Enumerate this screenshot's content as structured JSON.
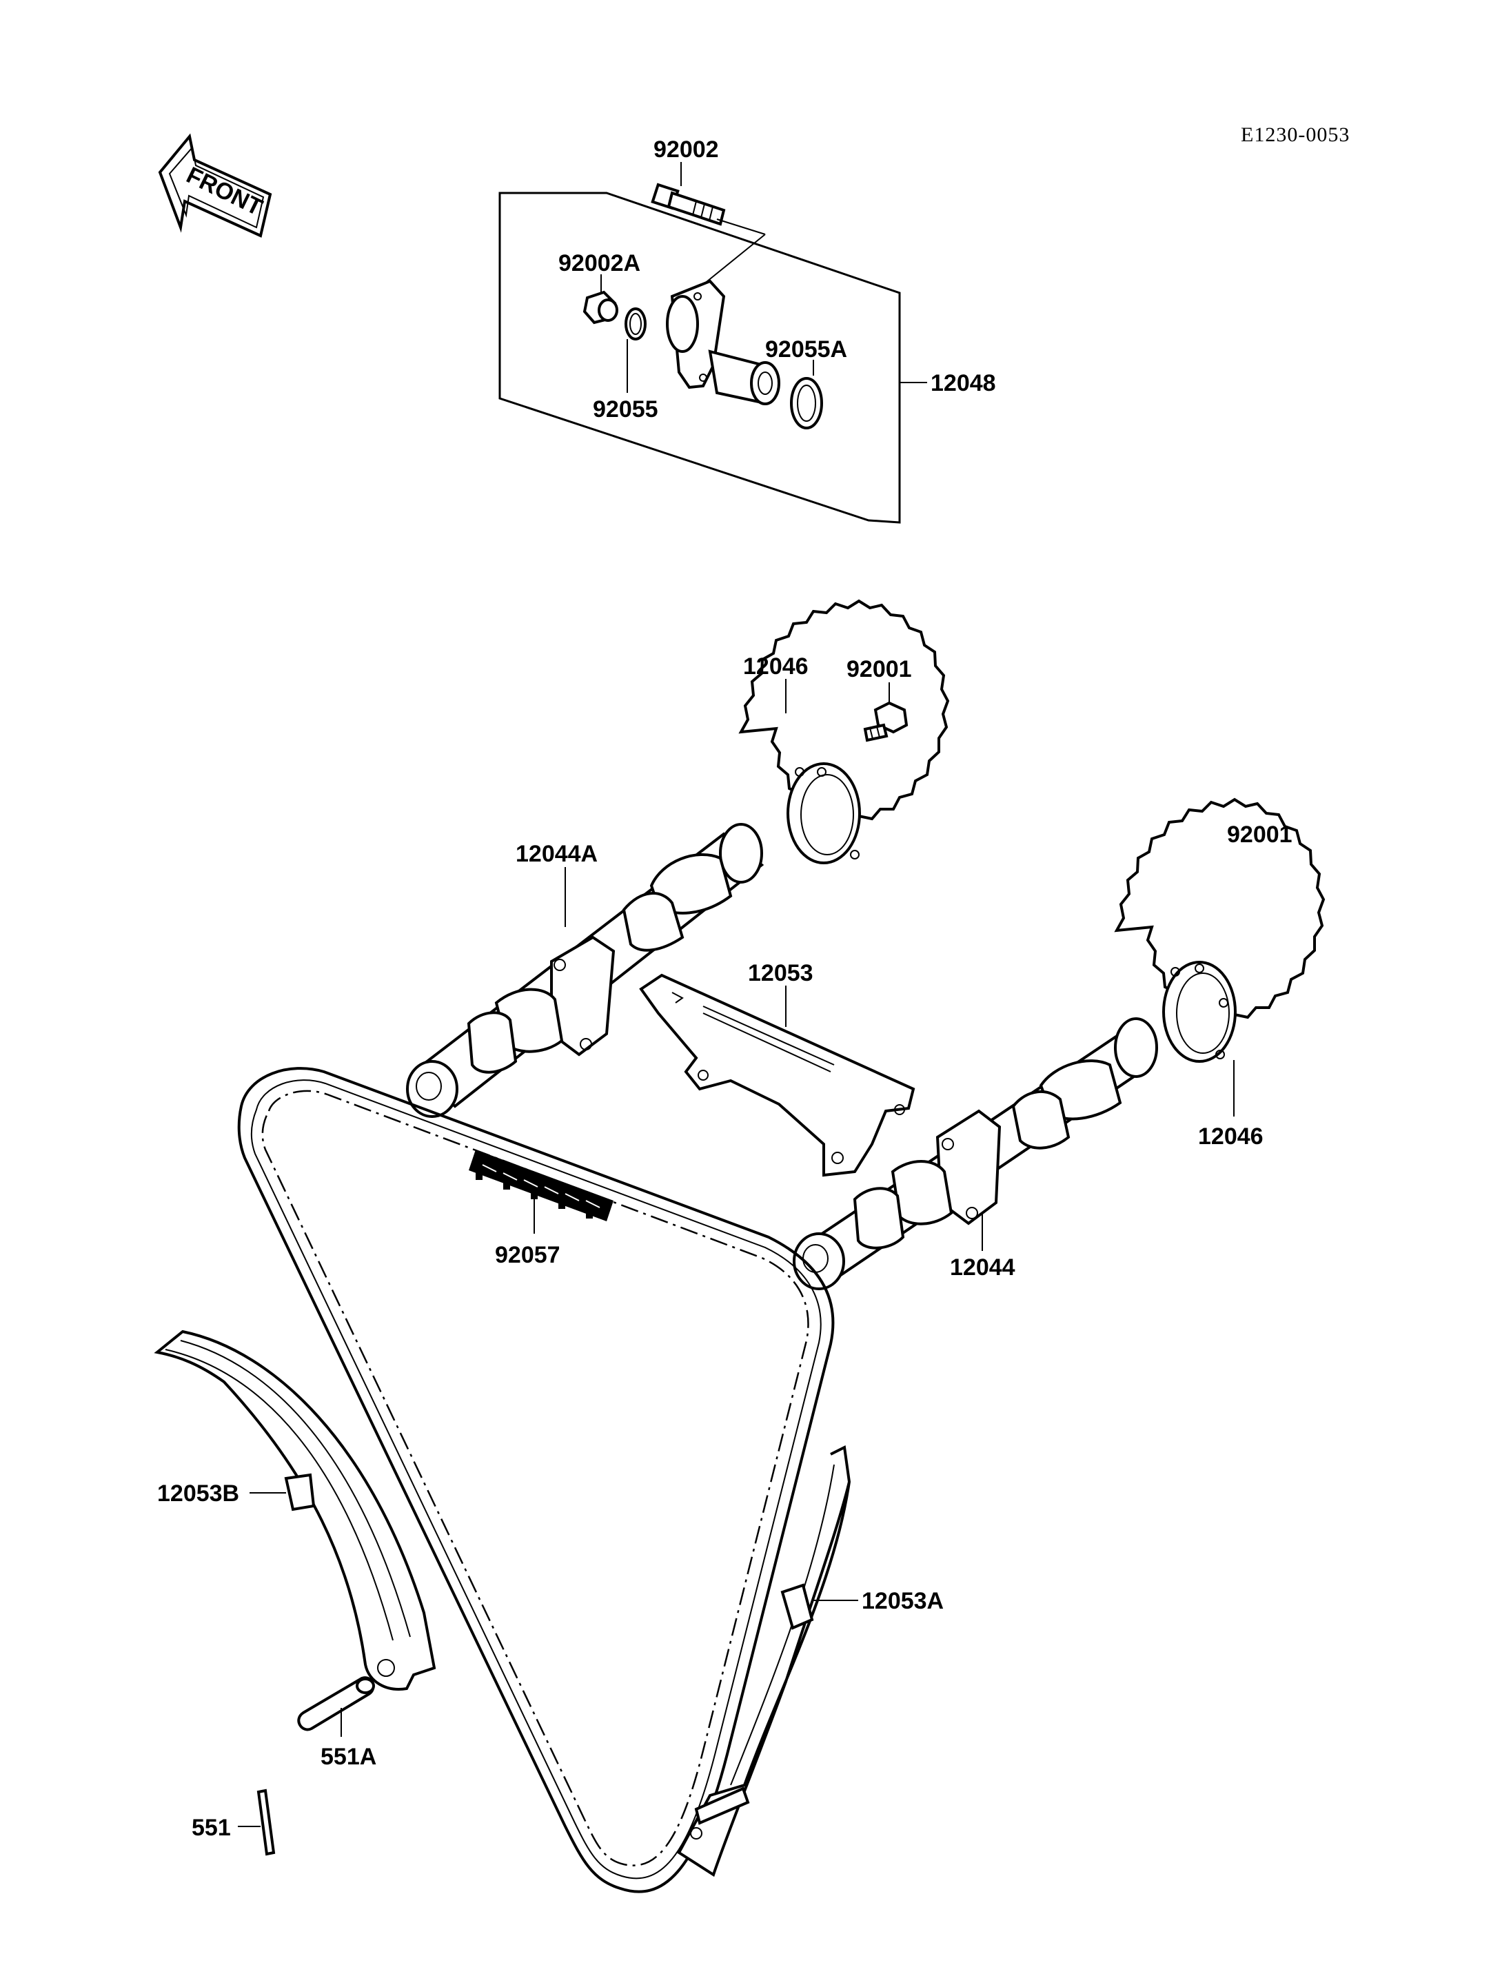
{
  "diagram": {
    "code": "E1230-0053",
    "front_arrow_label": "FRONT",
    "labels": {
      "p92002": "92002",
      "p92002A": "92002A",
      "p92055": "92055",
      "p92055A": "92055A",
      "p12048": "12048",
      "p12046_top": "12046",
      "p92001_top": "92001",
      "p92001_right": "92001",
      "p12044A": "12044A",
      "p12053": "12053",
      "p12046_right": "12046",
      "p92057": "92057",
      "p12044": "12044",
      "p12053B": "12053B",
      "p12053A": "12053A",
      "p551A": "551A",
      "p551": "551"
    }
  }
}
